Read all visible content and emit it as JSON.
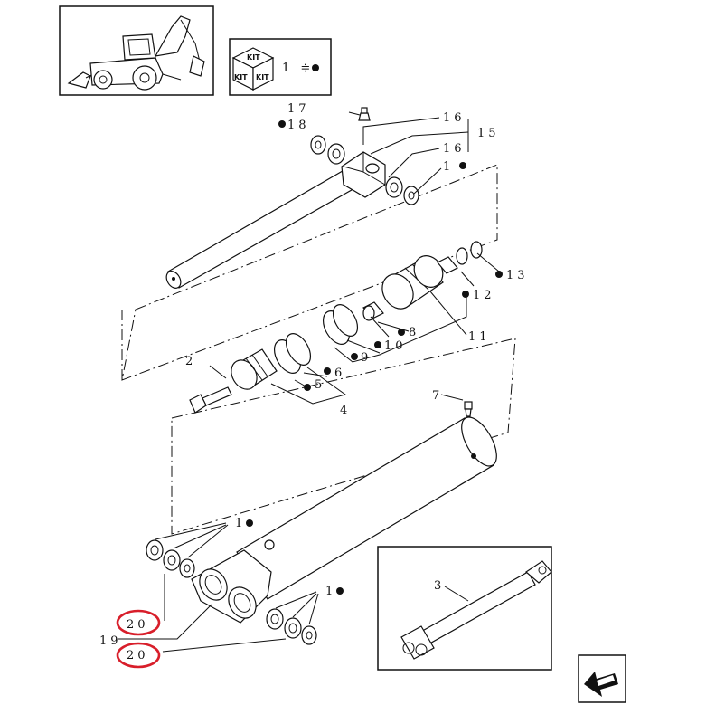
{
  "kit_box": {
    "icon": "kit-cube-icon",
    "faces": [
      "KIT",
      "KIT",
      "KIT"
    ],
    "legend": "1 ≑"
  },
  "callouts": {
    "c1a": "1",
    "c1b": "1",
    "c1c": "1",
    "c2": "2",
    "c3": "3",
    "c4": "4",
    "c5": "5",
    "c6": "6",
    "c7": "7",
    "c8": "8",
    "c9": "9",
    "c10": "10",
    "c11": "11",
    "c12": "12",
    "c13": "13",
    "c15": "15",
    "c16a": "16",
    "c16b": "16",
    "c17": "17",
    "c18": "18",
    "c19": "19",
    "c20a": "20",
    "c20b": "20"
  },
  "highlight_color": "#d81e2a",
  "nav_icon": "arrow-next-page-icon"
}
